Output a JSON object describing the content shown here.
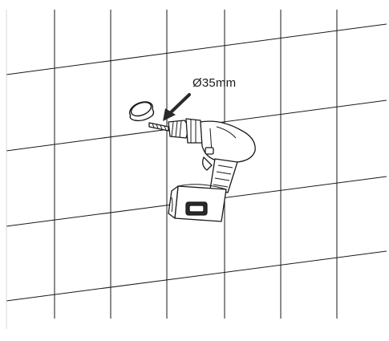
{
  "diagram": {
    "dimension_label": "Ø35mm",
    "colors": {
      "line": "#1a1a1a",
      "drill_body": "#ffffff",
      "drill_detail": "#2a2a2a",
      "background": "#ffffff"
    },
    "elements": {
      "wall_grid": "tiled-wall-grid",
      "plug": "wall-plug-cap-icon",
      "arrow": "drill-direction-arrow",
      "tool": "cordless-drill-icon"
    }
  }
}
